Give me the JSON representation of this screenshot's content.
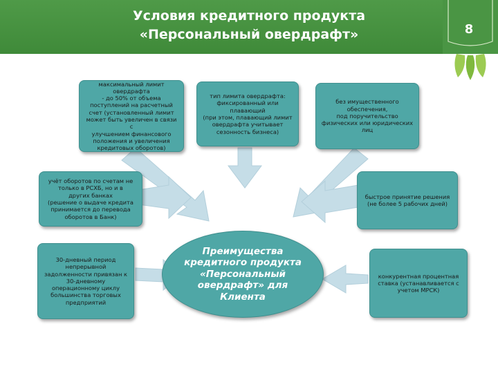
{
  "header": {
    "title_line1": "Условия кредитного продукта",
    "title_line2": "«Персональный овердрафт»",
    "slide_number": "8",
    "background_color": "#4a9544"
  },
  "center": {
    "text": "Преимущества кредитного продукта «Персональный овердрафт» для Клиента"
  },
  "boxes": {
    "limit": [
      "максимальный лимит",
      "овердрафта",
      "- до 50% от объема",
      "поступлений на расчетный",
      "счет (установленный лимит",
      "может быть увеличен в связи с",
      "улучшением финансового",
      "положения и увеличения",
      "кредитовых оборотов)"
    ],
    "limit_type": [
      "тип лимита овердрафта:",
      "фиксированный или",
      "плавающий",
      "(при этом, плавающий лимит",
      "овердрафта учитывает",
      "сезонность бизнеса)"
    ],
    "no_collateral": [
      "без имущественного",
      "обеспечения,",
      "под поручительство",
      "физических или юридических",
      "лиц"
    ],
    "turnover": [
      "учёт оборотов по счетам не",
      "только в РСХБ, но и в",
      "других банках",
      "(решение о выдаче кредита",
      "принимается до перевода",
      "оборотов в Банк)"
    ],
    "fast_decision": [
      "быстрое принятие решения",
      "(не более 5 рабочих дней)"
    ],
    "period": [
      "30-дневный период",
      "непрерывной",
      "задолженности привязан к",
      "30-дневному",
      "операционному циклу",
      "большинства торговых",
      "предприятий"
    ],
    "rate": [
      "конкурентная процентная",
      "ставка (устанавливается с",
      "учетом МРСК)"
    ]
  },
  "colors": {
    "box_fill": "#4fa7a6",
    "arrow_fill": "#c5dde7",
    "center_text": "#ffffff"
  }
}
